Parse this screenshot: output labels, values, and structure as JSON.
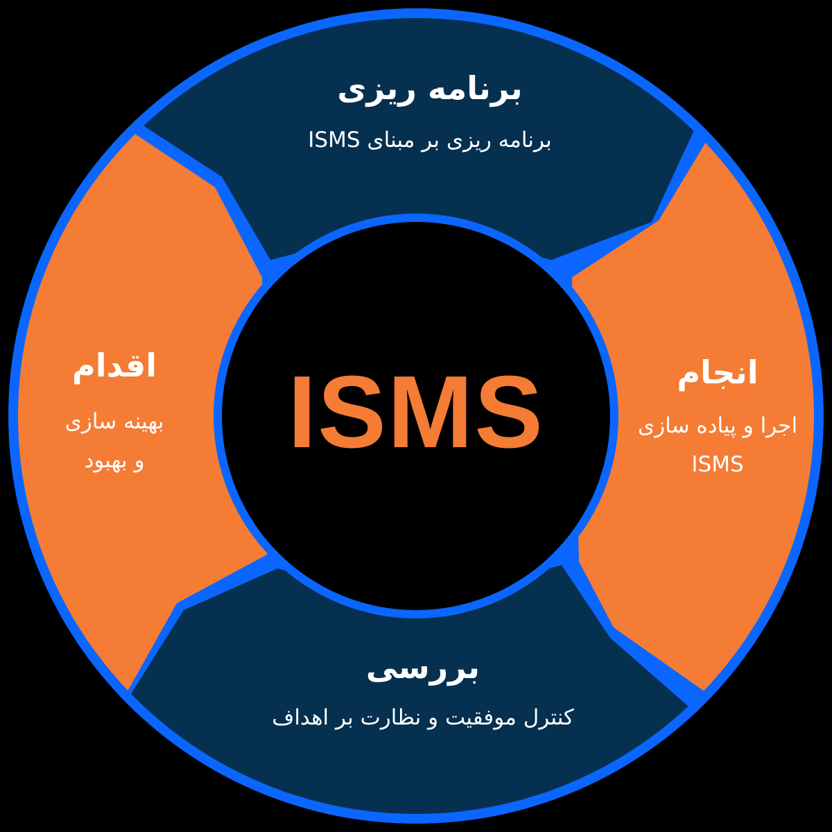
{
  "colors": {
    "background": "#000000",
    "border": "#0a66ff",
    "navy": "#06304f",
    "orange": "#f47c35",
    "text": "#ffffff",
    "center_text": "#f47c35"
  },
  "center": {
    "label": "ISMS"
  },
  "segments": [
    {
      "id": "plan",
      "title": "برنامه ریزی",
      "lines": [
        "برنامه ریزی بر مبنای ISMS"
      ],
      "color": "navy"
    },
    {
      "id": "do",
      "title": "انجام",
      "lines": [
        "اجرا و پیاده سازی",
        "ISMS"
      ],
      "color": "orange"
    },
    {
      "id": "check",
      "title": "بررسی",
      "lines": [
        "کنترل موفقیت و نظارت بر اهداف"
      ],
      "color": "navy"
    },
    {
      "id": "act",
      "title": "اقدام",
      "lines": [
        "بهینه سازی",
        "و بهبود"
      ],
      "color": "orange"
    }
  ]
}
